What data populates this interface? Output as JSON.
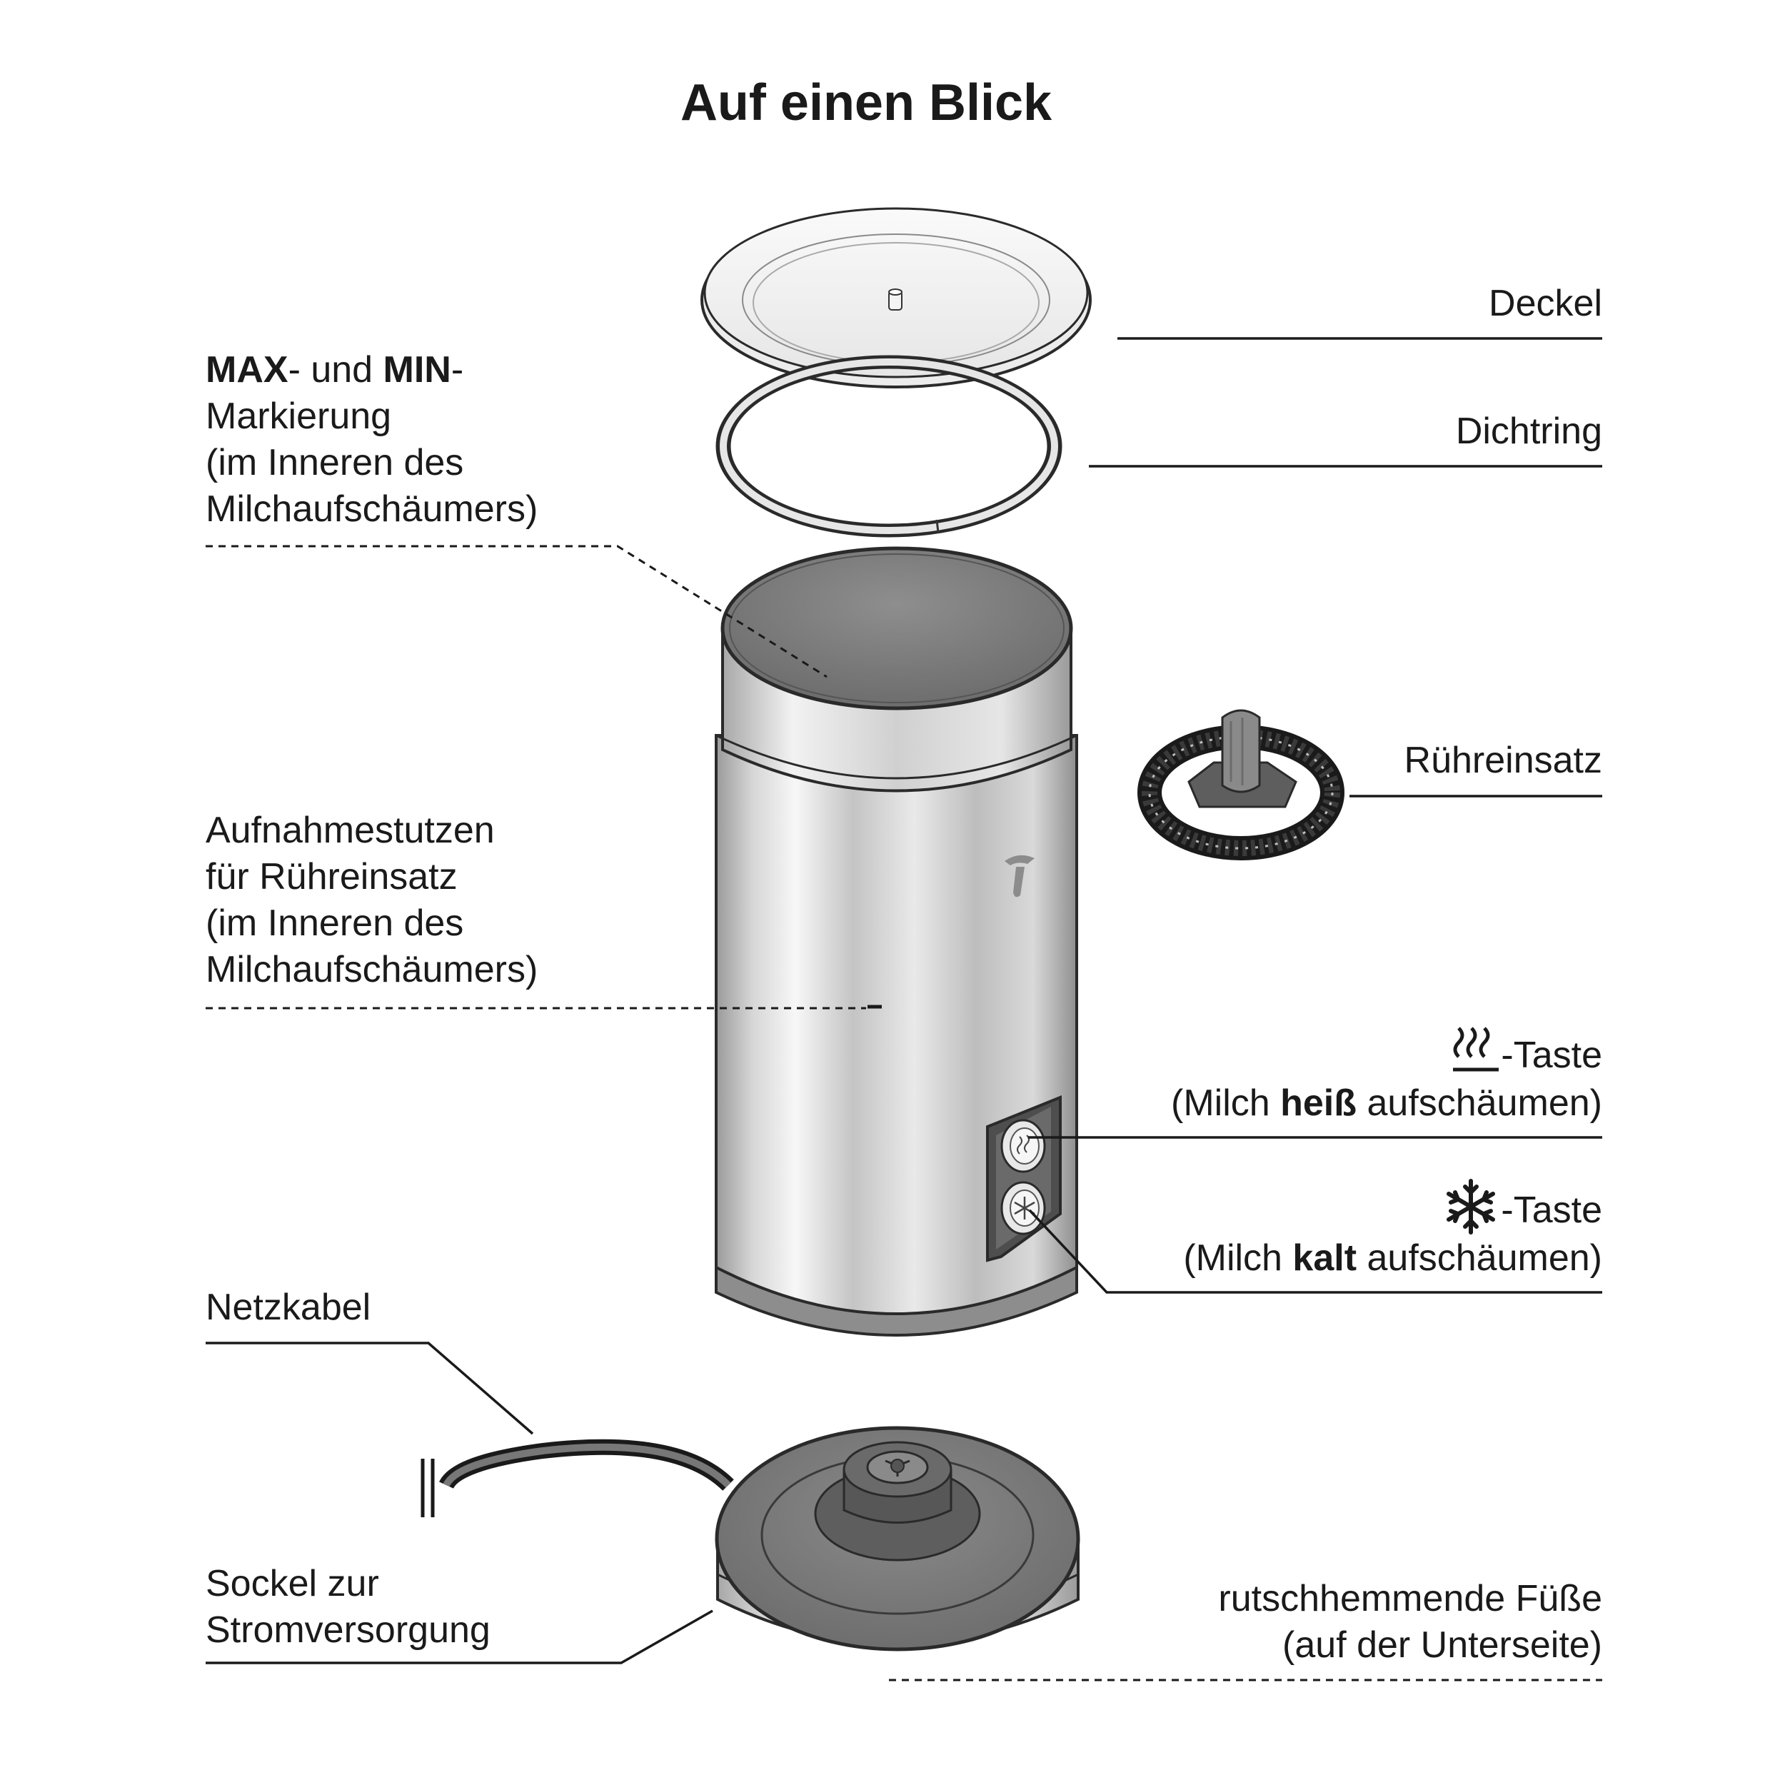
{
  "title": "Auf einen Blick",
  "labels": {
    "deckel": "Deckel",
    "dichtring": "Dichtring",
    "max_min": {
      "line1": {
        "bold1": "MAX",
        "mid": "- und ",
        "bold2": "MIN",
        "end": "-"
      },
      "line2": "Markierung",
      "line3": "(im Inneren des",
      "line4": "Milchaufschäumers)"
    },
    "ruehreinsatz": "Rühreinsatz",
    "aufnahme": {
      "line1": "Aufnahmestutzen",
      "line2": "für Rühreinsatz",
      "line3": "(im Inneren des",
      "line4": "Milchaufschäumers)"
    },
    "heiss": {
      "line1": "-Taste",
      "line2_pre": "(Milch ",
      "line2_bold": "heiß",
      "line2_post": " aufschäumen)"
    },
    "kalt": {
      "line1": "-Taste",
      "line2_pre": "(Milch ",
      "line2_bold": "kalt",
      "line2_post": " aufschäumen)"
    },
    "netzkabel": "Netzkabel",
    "sockel": {
      "line1": "Sockel zur",
      "line2": "Stromversorgung"
    },
    "fuesse": {
      "line1": "rutschhemmende Füße",
      "line2": "(auf der Unterseite)"
    }
  },
  "icons": {
    "steam": "steam-icon",
    "snowflake": "snowflake-icon",
    "brand": "brand-logo-icon"
  }
}
